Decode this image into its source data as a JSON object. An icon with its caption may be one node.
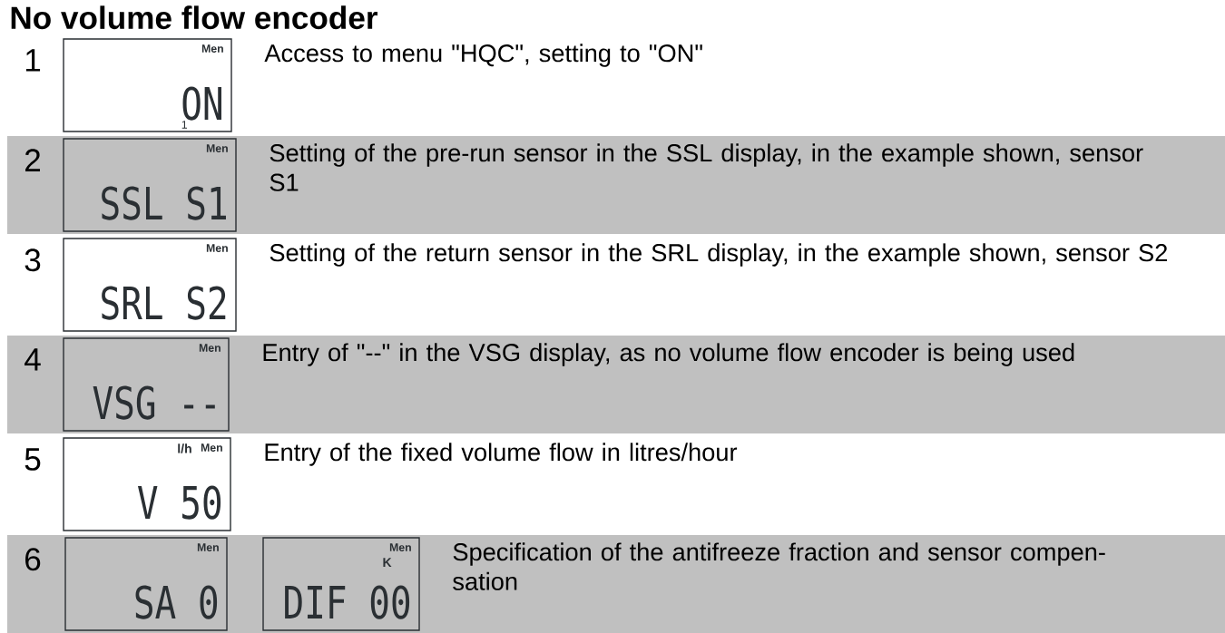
{
  "diagram": {
    "title": "No volume flow encoder",
    "nodes": [
      {
        "text": [
          "Men",
          "ON",
          "1"
        ]
      },
      {
        "text": [
          "Men",
          "SSL S1"
        ]
      },
      {
        "text": [
          "Men",
          "SRL S2"
        ]
      },
      {
        "text": [
          "Men",
          "VSG --"
        ]
      },
      {
        "text": [
          "l/h",
          "Men",
          "V 50"
        ]
      },
      {
        "text": [
          "Men",
          "SA 0"
        ]
      },
      {
        "text": [
          "Men",
          "K",
          "DIF 00"
        ]
      }
    ],
    "labels": [
      "1",
      "Access to menu \"HQC\", setting to \"ON\"",
      "2",
      "Setting of the pre-run sensor in the SSL display, in the example shown, sensor S1",
      "3",
      "Setting of the return sensor in the SRL display, in the example shown, sensor S2",
      "4",
      "Entry of \"--\" in the VSG display, as no volume flow encoder is being used",
      "5",
      "Entry of the fixed volume flow in litres/hour",
      "6",
      "Specification of the antifreeze fraction and sensor compen- sation"
    ]
  }
}
